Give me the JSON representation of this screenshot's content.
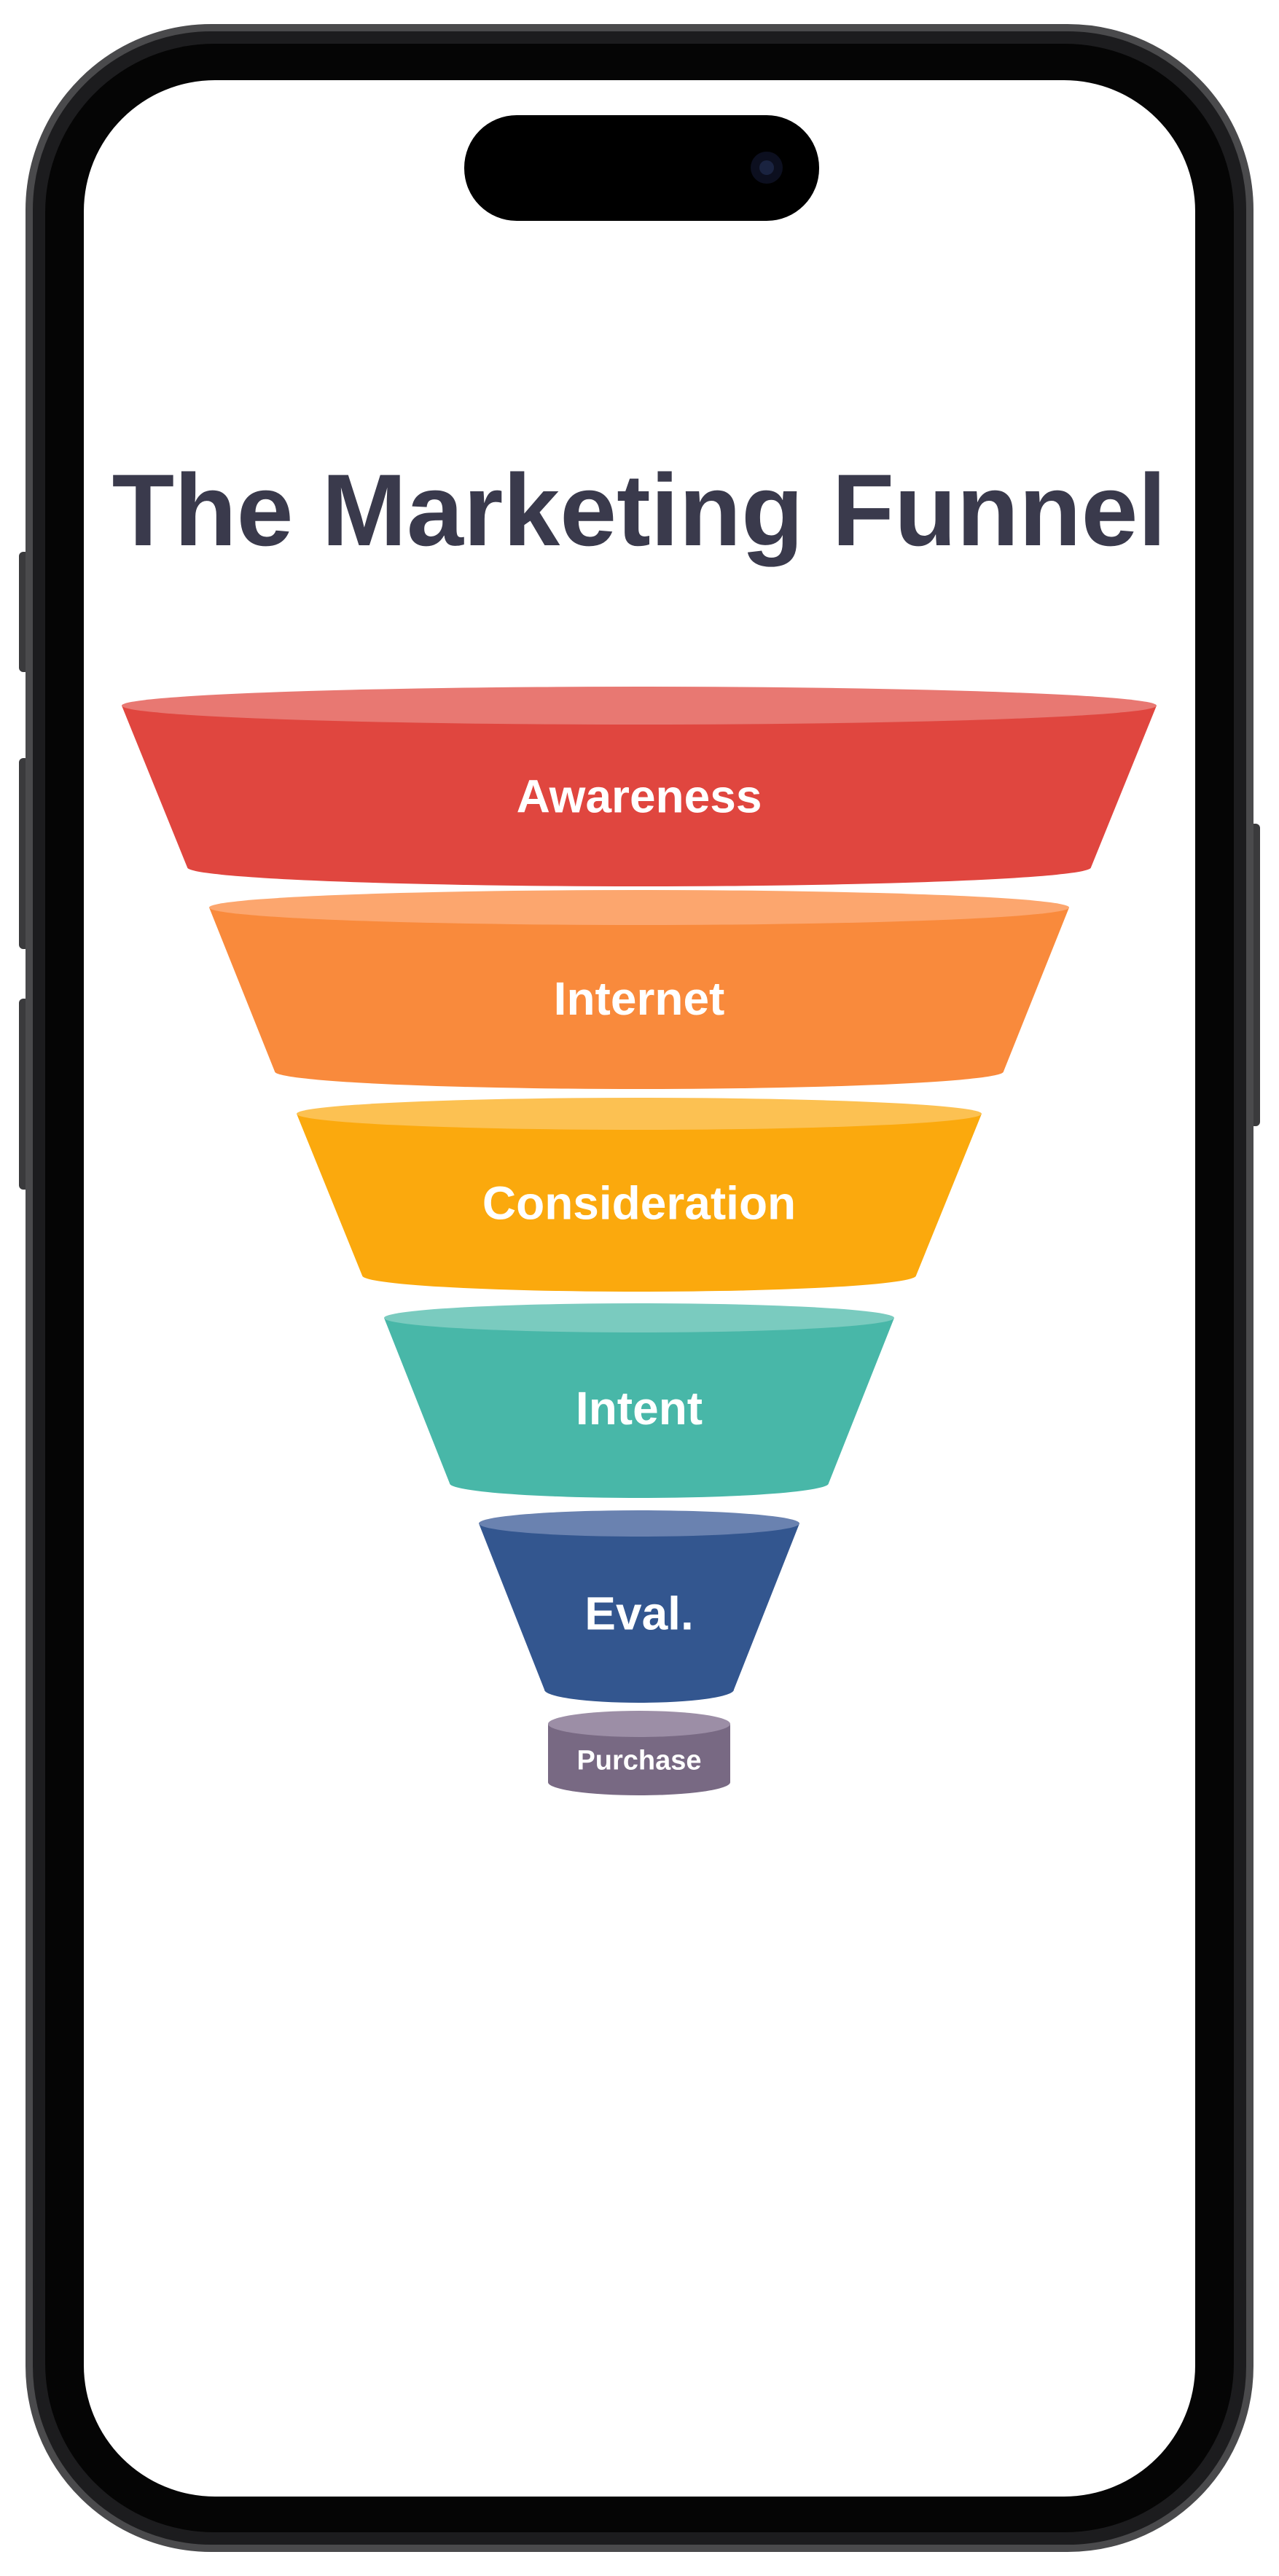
{
  "title": "The Marketing Funnel",
  "stages": [
    {
      "label": "Awareness",
      "color": "#E0463F",
      "top_color": "#E87872"
    },
    {
      "label": "Internet",
      "color": "#F98A3C",
      "top_color": "#FCA66E"
    },
    {
      "label": "Consideration",
      "color": "#FBA90D",
      "top_color": "#FCC152"
    },
    {
      "label": "Intent",
      "color": "#48B7A8",
      "top_color": "#7ACBBF"
    },
    {
      "label": "Eval.",
      "color": "#33568F",
      "top_color": "#6A82B0"
    },
    {
      "label": "Purchase",
      "color": "#786983",
      "top_color": "#9C8EA6"
    }
  ],
  "colors": {
    "title": "#3A3A4C",
    "phone_frame": "#2C2C2E",
    "screen": "#FFFFFF"
  }
}
